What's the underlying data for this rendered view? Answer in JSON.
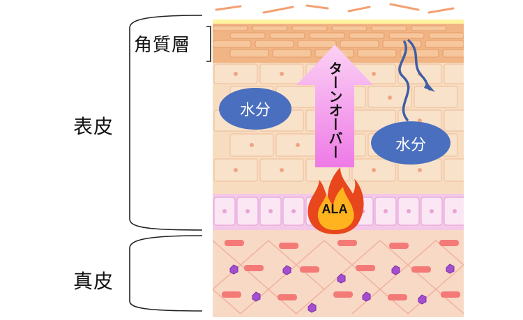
{
  "labels": {
    "stratum_corneum": "角質層",
    "epidermis": "表皮",
    "dermis": "真皮"
  },
  "water_left": "水分",
  "water_right": "水分",
  "turnover": "ターンオーバー",
  "ala": "ALA",
  "colors": {
    "stratum_corneum": "#f1b585",
    "epidermis": "#f7dcc0",
    "basal_layer": "#f3c8e8",
    "dermis": "#f8d9c5",
    "water_oval": "#4a6fbf",
    "arrow": "#f4a8f0",
    "flame_outer": "#e8461c",
    "flame_inner": "#ffb31f"
  },
  "icons": [
    "flame-icon",
    "wavy-arrow-icon",
    "up-arrow-icon"
  ]
}
